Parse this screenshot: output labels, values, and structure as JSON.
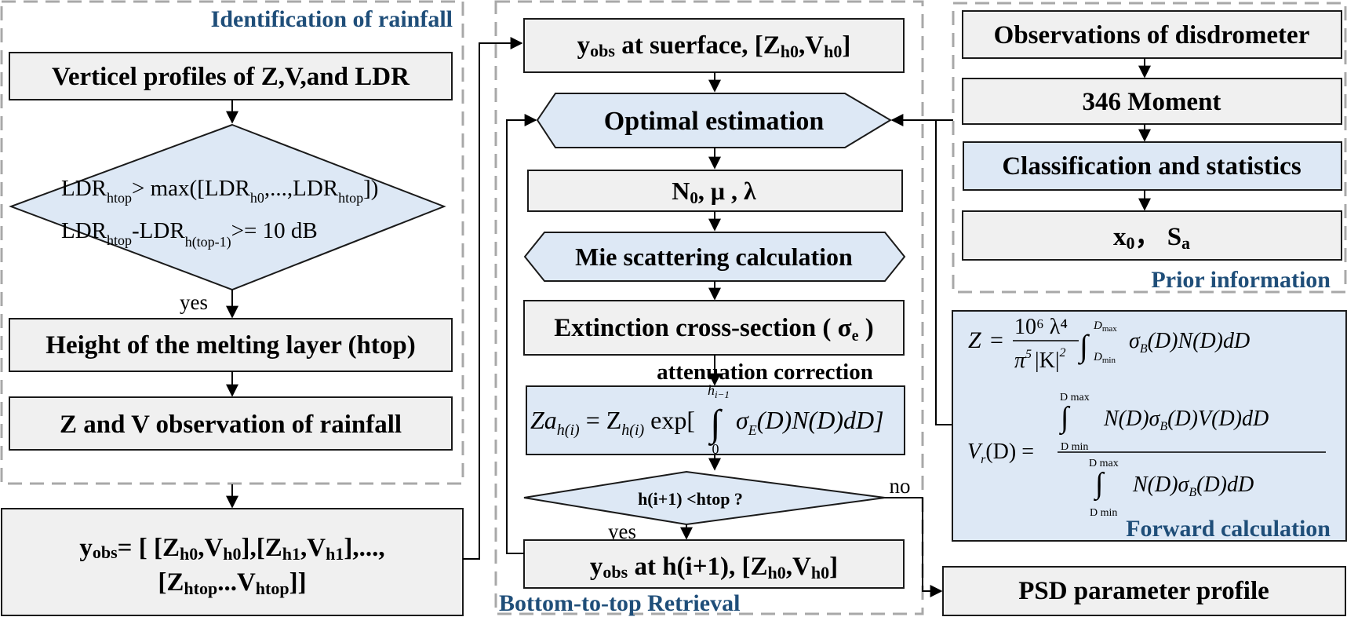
{
  "sections": {
    "identification": "Identification of rainfall",
    "retrieval": "Bottom-to-top Retrieval",
    "prior": "Prior information",
    "forward": "Forward calculation"
  },
  "left": {
    "profiles": "Verticel profiles of  Z,V,and LDR",
    "cond1": {
      "a": "LDR",
      "a_sub": "htop",
      "b": "> max([LDR",
      "b_sub": "h0",
      "c": ",...,LDR",
      "c_sub": "htop",
      "d": "])"
    },
    "cond2": {
      "a": "LDR",
      "a_sub": "htop",
      "b": "-LDR",
      "b_sub": "h(top-1)",
      "c": ">= 10 dB"
    },
    "yes": "yes",
    "melting": "Height of the melting layer (htop)",
    "zv_obs": "Z and V observation of rainfall",
    "yobs_line1": {
      "y": "y",
      "y_sub": "obs",
      "rest1": "= [  [Z",
      "s1": "h0",
      "r2": ",V",
      "s2": "h0",
      "r3": "],[Z",
      "s3": "h1",
      "r4": ",V",
      "s4": "h1",
      "r5": "],...,"
    },
    "yobs_line2": {
      "r1": "[Z",
      "s1": "htop",
      "r2": "...V",
      "s2": "htop",
      "r3": "]]"
    }
  },
  "middle": {
    "surface": {
      "y": "y",
      "y_sub": "obs",
      "rest": " at suerface, [Z",
      "s1": "h0",
      "r2": ",V",
      "s2": "h0",
      "r3": "]"
    },
    "optimal": "Optimal estimation",
    "params": {
      "a": "N",
      "a_sub": "0",
      "b": ", μ , λ"
    },
    "mie": "Mie scattering calculation",
    "extinction": {
      "a": "Extinction cross-section ( σ",
      "sub": "e",
      "b": " )"
    },
    "attenuation_label": "attenuation correction",
    "atten_formula": {
      "lhs": "Za",
      "lhs_sub": "h(i)",
      "eq": " = Z",
      "z_sub": "h(i)",
      "exp": " exp[",
      "upper": "h",
      "upper_sub": "i−1",
      "lower": "0",
      "integrand": "σ",
      "integrand_sub": "E",
      "tail": "(D)N(D)dD]"
    },
    "decision": "h(i+1) <htop ?",
    "no": "no",
    "yes": "yes",
    "next": {
      "y": "y",
      "y_sub": "obs",
      "rest": " at h(i+1), [Z",
      "s1": "h0",
      "r2": ",V",
      "s2": "h0",
      "r3": "]"
    }
  },
  "right": {
    "disdrometer": "Observations of disdrometer",
    "moment": "346 Moment",
    "classification": "Classification and statistics",
    "prior_vals": {
      "a": "x",
      "a_sub": "0",
      "b": "，  S",
      "b_sub": "a"
    },
    "z_formula": {
      "lhs": "Z",
      "num": "10⁶ λ⁴",
      "den_a": "π",
      "den_a_sup": "5",
      "den_b": "|K|",
      "den_b_sup": "2",
      "upper": "D",
      "upper_sub": "max",
      "lower": "D",
      "lower_sub": "min",
      "integrand": "σ",
      "integrand_sub": "B",
      "tail": "(D)N(D)dD"
    },
    "v_formula": {
      "lhs": "V",
      "lhs_sub": "r",
      "lhs_tail": "(D) =",
      "num": "N(D)σ",
      "num_sub": "B",
      "num_tail": "(D)V(D)dD",
      "den": "N(D)σ",
      "den_sub": "B",
      "den_tail": "(D)dD",
      "upper": "D max",
      "lower": "D min"
    },
    "psd": "PSD parameter profile"
  }
}
